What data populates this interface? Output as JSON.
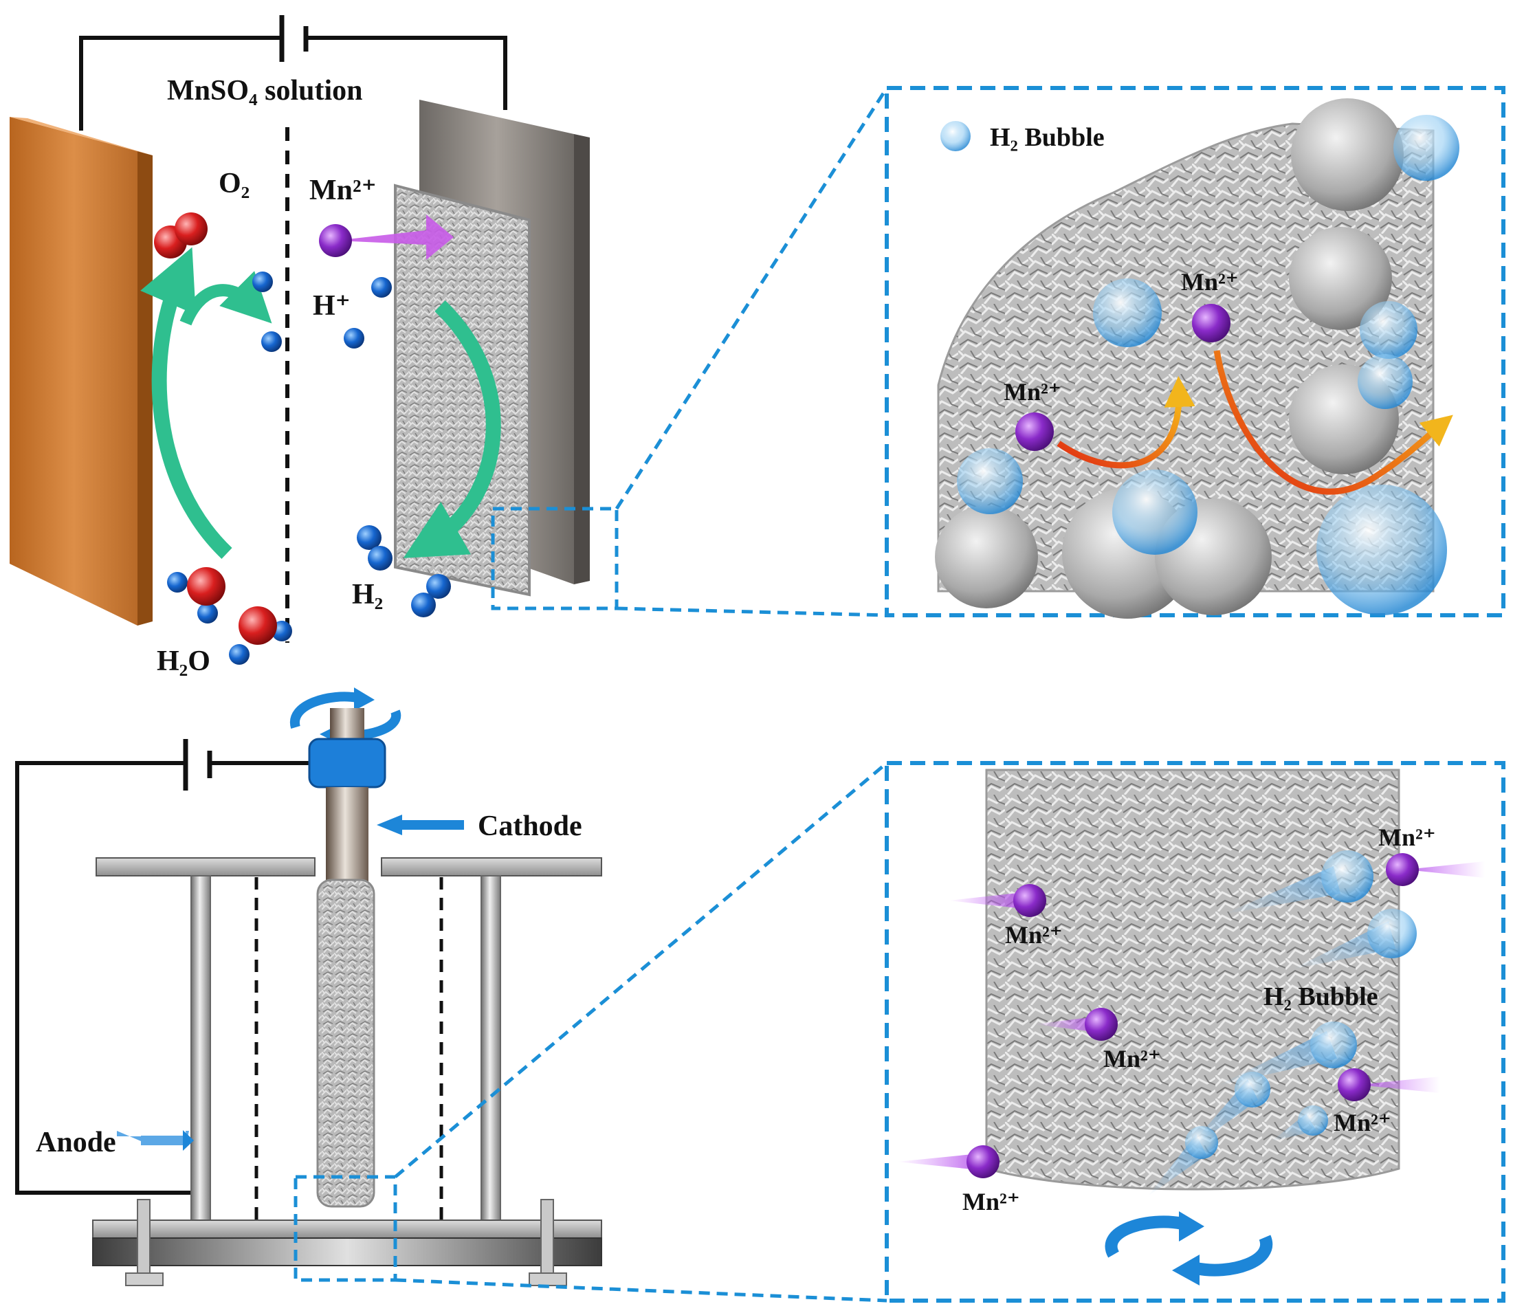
{
  "top": {
    "solution_label": "MnSO₄ solution",
    "o2": "O₂",
    "mn_ion": "Mn²⁺",
    "h_ion": "H⁺",
    "h2": "H₂",
    "h2o": "H₂O"
  },
  "top_zoom": {
    "legend": "H₂ Bubble",
    "mn_ion_a": "Mn²⁺",
    "mn_ion_b": "Mn²⁺"
  },
  "bottom": {
    "cathode_label": "Cathode",
    "anode_label": "Anode"
  },
  "bottom_zoom": {
    "mn_1": "Mn²⁺",
    "mn_2": "Mn²⁺",
    "mn_3": "Mn²⁺",
    "mn_4": "Mn²⁺",
    "mn_5": "Mn²⁺",
    "bubble_label": "H₂ Bubble"
  },
  "colors": {
    "zoom_border": "#1b8fd6",
    "anode_plate": "#d9893e",
    "cathode_plate": "#8d8883",
    "mn_ion": "#8a2bc9",
    "h_ion": "#1666cf",
    "o_atom": "#d91f1f",
    "flow_arrow": "#2fbf8f",
    "rotation_arrow": "#1d86d8"
  }
}
